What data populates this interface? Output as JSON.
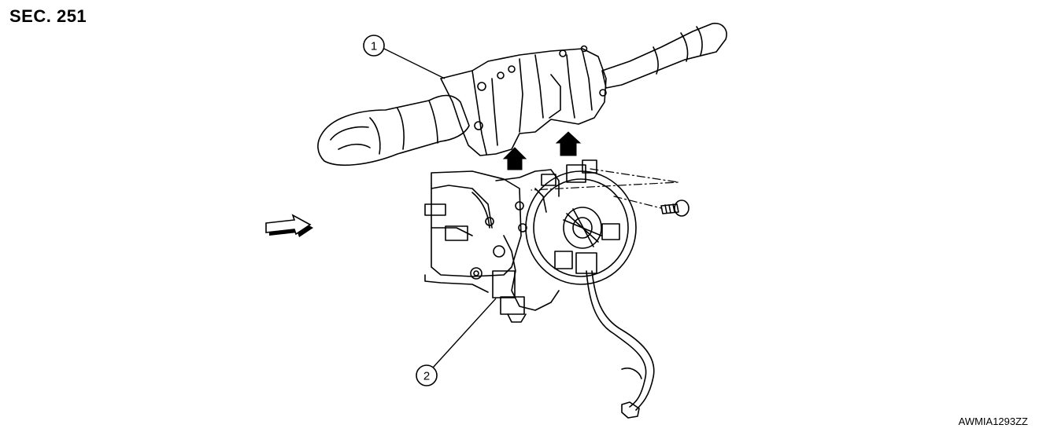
{
  "header": {
    "section": "SEC. 251"
  },
  "callouts": [
    {
      "number": "1"
    },
    {
      "number": "2"
    }
  ],
  "footer": {
    "figure_code": "AWMIA1293ZZ"
  },
  "colors": {
    "line": "#000000",
    "background": "#ffffff"
  }
}
